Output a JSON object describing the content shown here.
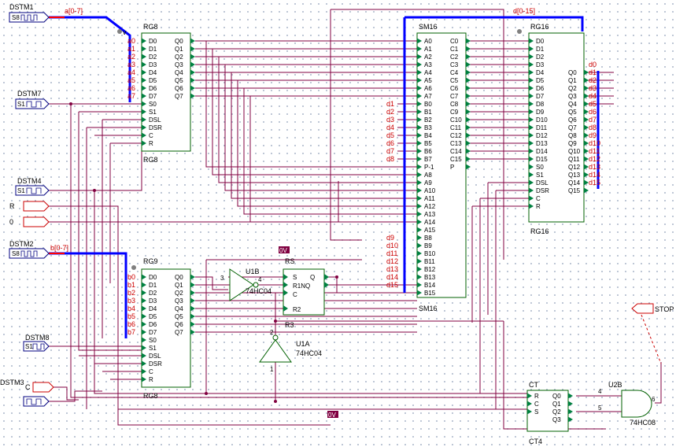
{
  "generators": [
    {
      "id": "DSTM1",
      "label": "DSTM1",
      "sub": "S8"
    },
    {
      "id": "DSTM7",
      "label": "DSTM7",
      "sub": "S1"
    },
    {
      "id": "DSTM4",
      "label": "DSTM4",
      "sub": "S1"
    },
    {
      "id": "DSTM2",
      "label": "DSTM2",
      "sub": "S8"
    },
    {
      "id": "DSTM8",
      "label": "DSTM8",
      "sub": "S1"
    },
    {
      "id": "DSTM3",
      "label": "DSTM3",
      "sub": ""
    }
  ],
  "inputs": {
    "r": "R",
    "zero": "0",
    "c": "C"
  },
  "buses": {
    "a": "a[0-7]",
    "b": "b[0-7]",
    "d": "d[0-15]"
  },
  "bus_taps": {
    "v": "v"
  },
  "rg8": {
    "title": "RG8",
    "footer": "RG8",
    "left": [
      "D0",
      "D1",
      "D2",
      "D3",
      "D4",
      "D5",
      "D6",
      "D7",
      "S0",
      "S1",
      "DSL",
      "DSR",
      "C",
      "R"
    ],
    "right": [
      "Q0",
      "Q1",
      "Q2",
      "Q3",
      "Q4",
      "Q5",
      "Q6",
      "Q7"
    ],
    "in_labels": [
      "a0",
      "a1",
      "a2",
      "a3",
      "a4",
      "a5",
      "a6",
      "a7"
    ]
  },
  "rg9": {
    "title": "RG9",
    "footer": "RG8",
    "left": [
      "D0",
      "D1",
      "D2",
      "D3",
      "D4",
      "D5",
      "D6",
      "D7",
      "S0",
      "S1",
      "DSL",
      "DSR",
      "C",
      "R"
    ],
    "right": [
      "Q0",
      "Q1",
      "Q2",
      "Q3",
      "Q4",
      "Q5",
      "Q6",
      "Q7"
    ],
    "in_labels": [
      "b0",
      "b1",
      "b2",
      "b3",
      "b4",
      "b5",
      "b6",
      "b7"
    ]
  },
  "sm16": {
    "title": "SM16",
    "footer": "SM16",
    "left": [
      "A0",
      "A1",
      "A2",
      "A3",
      "A4",
      "A5",
      "A6",
      "A7",
      "B0",
      "B1",
      "B2",
      "B3",
      "B4",
      "B5",
      "B6",
      "B7",
      "P-1",
      "A8",
      "A9",
      "A10",
      "A11",
      "A12",
      "A13",
      "A14",
      "A15",
      "B8",
      "B9",
      "B10",
      "B11",
      "B12",
      "B13",
      "B14",
      "B15"
    ],
    "right": [
      "C0",
      "C1",
      "C2",
      "C3",
      "C4",
      "C5",
      "C6",
      "C7",
      "C8",
      "C9",
      "C10",
      "C11",
      "C12",
      "C13",
      "C14",
      "C15",
      "P"
    ],
    "d_labels_top": [
      "d1",
      "d2",
      "d3",
      "d4",
      "d5",
      "d6",
      "d7",
      "d8"
    ],
    "d_labels_bot": [
      "d9",
      "d10",
      "d11",
      "d12",
      "d13",
      "d14",
      "d15"
    ]
  },
  "rg16": {
    "title": "RG16",
    "footer": "RG16",
    "left": [
      "D0",
      "D1",
      "D2",
      "D3",
      "D4",
      "D5",
      "D6",
      "D7",
      "D8",
      "D9",
      "D10",
      "D11",
      "D12",
      "D13",
      "D14",
      "D15",
      "S0",
      "S1",
      "DSL",
      "DSR",
      "C",
      "R"
    ],
    "right": [
      "Q0",
      "Q1",
      "Q2",
      "Q3",
      "Q4",
      "Q5",
      "Q6",
      "Q7",
      "Q8",
      "Q9",
      "Q10",
      "Q11",
      "Q12",
      "Q13",
      "Q14",
      "Q15"
    ],
    "out_labels": [
      "d0",
      "d1",
      "d2",
      "d3",
      "d4",
      "d5",
      "d6",
      "d7",
      "d8",
      "d9",
      "d10",
      "d11",
      "d12",
      "d13",
      "d14",
      "d15"
    ]
  },
  "rs": {
    "title": "RS",
    "pins": [
      "S",
      "R1NQ",
      "C",
      "R2"
    ],
    "q": "Q",
    "label_r3": "R3"
  },
  "u1b": {
    "title": "U1B",
    "part": "74HC04",
    "pin_in": "3",
    "pin_out": "4"
  },
  "u1a": {
    "title": "U1A",
    "part": "74HC04",
    "pin_in": "1",
    "pin_out": "2"
  },
  "ct": {
    "title": "CT",
    "footer": "CT4",
    "left": [
      "R",
      "C",
      "S"
    ],
    "right": [
      "Q0",
      "Q1",
      "Q2",
      "Q3"
    ]
  },
  "u2b": {
    "title": "U2B",
    "part": "74HC08",
    "pin_a": "4",
    "pin_b": "5",
    "pin_out": "6"
  },
  "stop": {
    "label": "STOP"
  },
  "net_labels": {
    "ov1": "0V",
    "ov2": "0V"
  }
}
